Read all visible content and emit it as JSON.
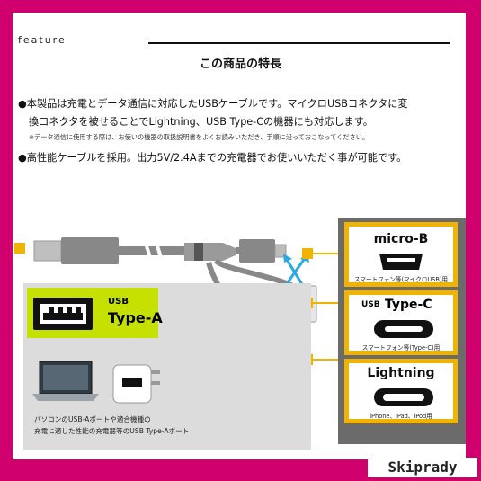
{
  "watermark": "Skiprady",
  "header": {
    "label": "feature",
    "title": "この商品の特長"
  },
  "bullets": [
    {
      "line1": "●本製品は充電とデータ通信に対応したUSBケーブルです。マイクロUSBコネクタに変",
      "line2": "換コネクタを被せることでLightning、USB Type-Cの機器にも対応します。",
      "note": "※データ通信に使用する際は、お使いの機器の取扱説明書をよくお読みいただき、手順に沿っておこなってください。"
    },
    {
      "line1": "●高性能ケーブルを採用。出力5V/2.4Aまでの充電器でお使いいただく事が可能です。"
    }
  ],
  "connectors": [
    {
      "name": "micro-B",
      "sub": "スマートフォン等(マイクロUSB)用"
    },
    {
      "prefix": "USB",
      "name": "Type-C",
      "sub": "スマートフォン等(Type-C)用"
    },
    {
      "name": "Lightning",
      "sub": "iPhone、iPad、iPod用"
    }
  ],
  "usb_a": {
    "prefix": "USB",
    "name": "Type-A"
  },
  "caption": {
    "line1": "パソコンのUSB-Aポートや適合機種の",
    "line2": "充電に適した性能の充電器等のUSB Type-Aポート"
  },
  "colors": {
    "frame": "#d0006f",
    "accent": "#f0b400",
    "lime": "#c6e000",
    "panel": "#6b6b6b"
  }
}
